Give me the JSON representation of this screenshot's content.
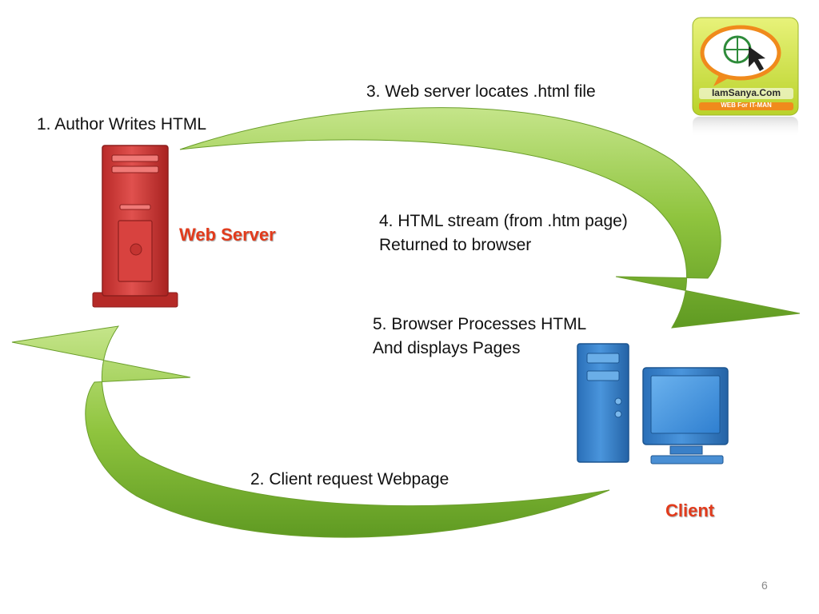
{
  "steps": {
    "author": "1. Author Writes HTML",
    "request": "2. Client request Webpage",
    "locate": "3. Web server locates .html file",
    "stream_line1": "4. HTML stream (from .htm page)",
    "stream_line2": "Returned to browser",
    "process_line1": "5. Browser Processes HTML",
    "process_line2": "And displays Pages"
  },
  "nodes": {
    "server_label": "Web Server",
    "client_label": "Client"
  },
  "logo": {
    "brand": "IamSanya.Com",
    "tagline": "WEB For IT-MAN"
  },
  "slide_number": "6",
  "colors": {
    "arrow": "#8fc43e",
    "server": "#d9413f",
    "client": "#3f86cf",
    "label_accent": "#e23b1c"
  }
}
